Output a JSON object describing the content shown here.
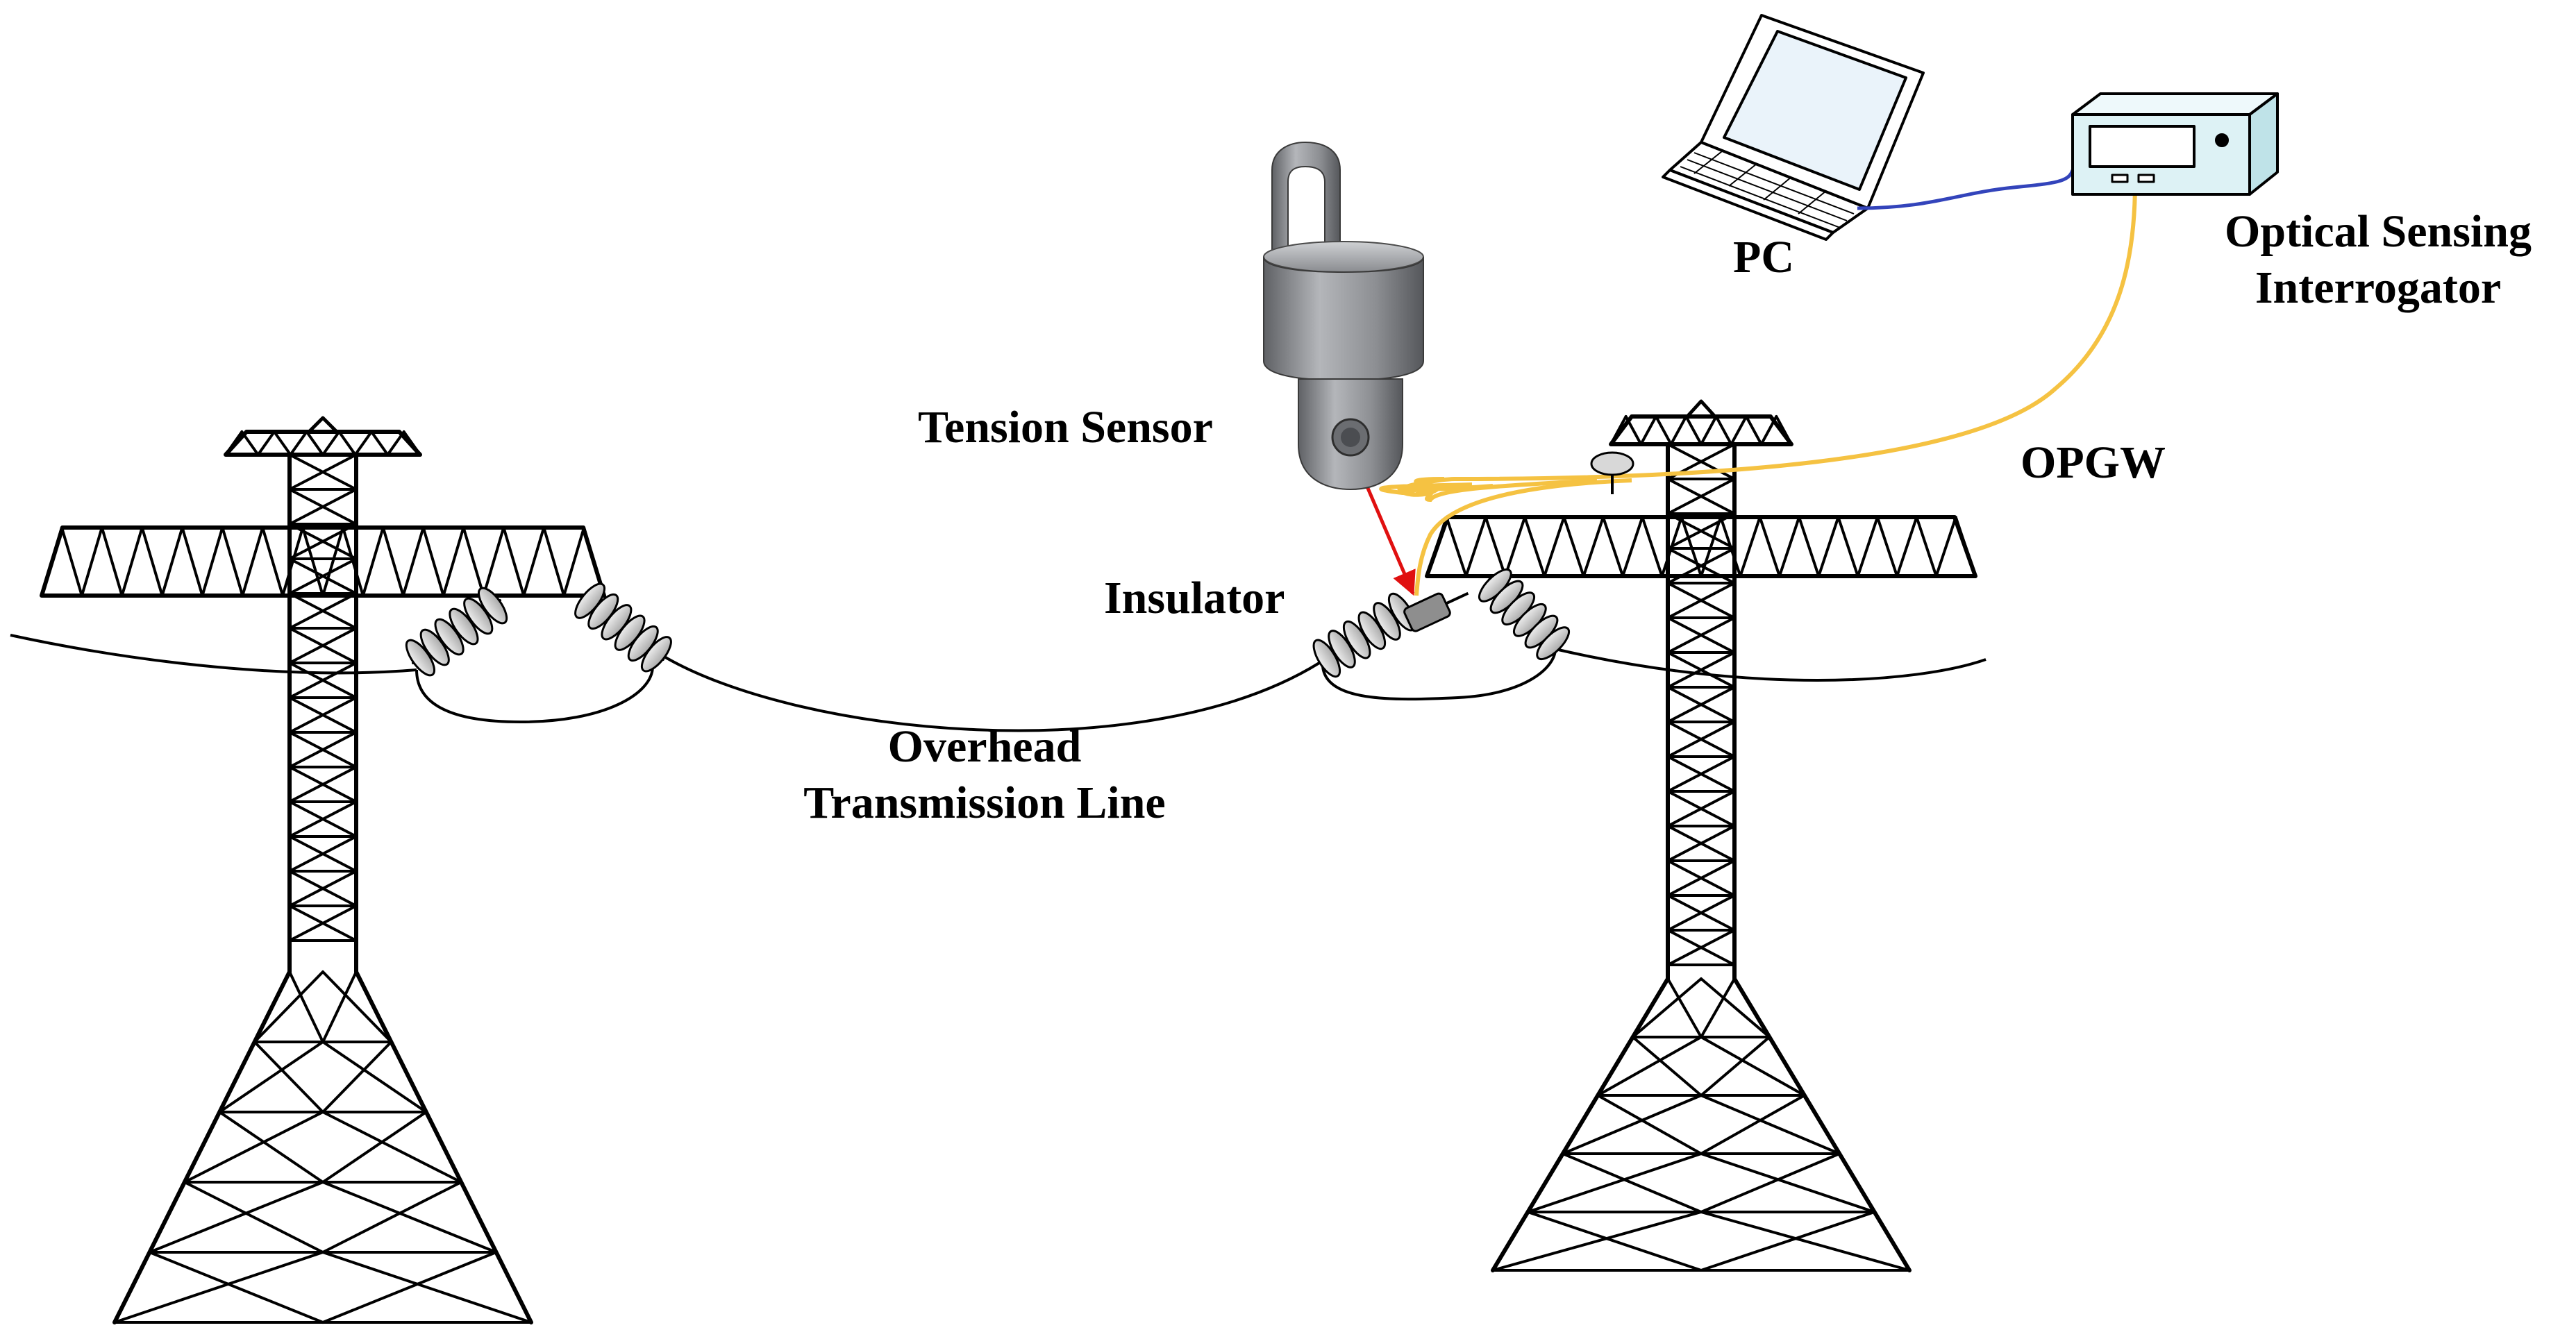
{
  "labels": {
    "pc": "PC",
    "interrogator_line1": "Optical Sensing",
    "interrogator_line2": "Interrogator",
    "tension_sensor": "Tension Sensor",
    "opgw": "OPGW",
    "insulator": "Insulator",
    "line_line1": "Overhead",
    "line_line2": "Transmission Line"
  },
  "colors": {
    "opgw_fiber": "#F5C242",
    "pc_cable": "#3344BB",
    "sensor_arrow": "#E01010",
    "interrogator_body": "#DDF2F5",
    "insulator_fill": "#C8C8C8",
    "sensor_metal": "#8A8C90"
  },
  "icons": {
    "pc": "laptop-icon",
    "interrogator": "interrogator-device-icon",
    "sensor": "tension-sensor-icon",
    "tower": "transmission-tower-icon",
    "insulator": "insulator-icon"
  }
}
